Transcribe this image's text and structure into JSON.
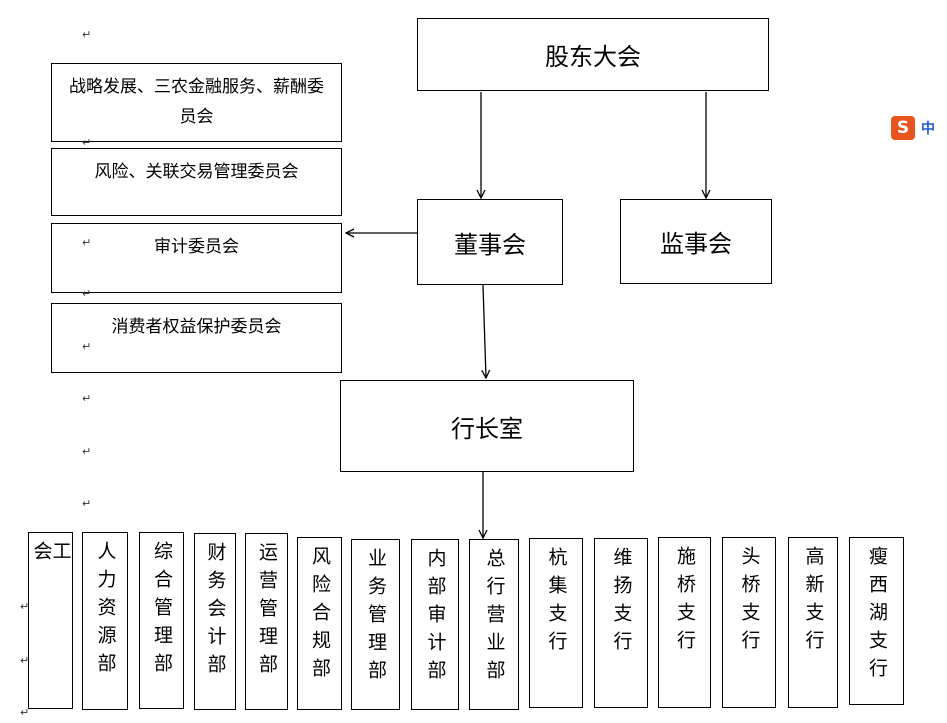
{
  "top": {
    "shareholders": "股东大会",
    "board": "董事会",
    "supervisors": "监事会",
    "president": "行长室"
  },
  "committees": [
    "战略发展、三农金融服务、薪酬委员会",
    "风险、关联交易管理委员会",
    "审计委员会",
    "消费者权益保护委员会"
  ],
  "departments": [
    "工会",
    "人力资源部",
    "综合管理部",
    "财务会计部",
    "运营管理部",
    "风险合规部",
    "业务管理部",
    "内部审计部",
    "总行营业部",
    "杭集支行",
    "维扬支行",
    "施桥支行",
    "头桥支行",
    "高新支行",
    "瘦西湖支行"
  ],
  "ime": {
    "logo": "S",
    "mode": "中"
  }
}
